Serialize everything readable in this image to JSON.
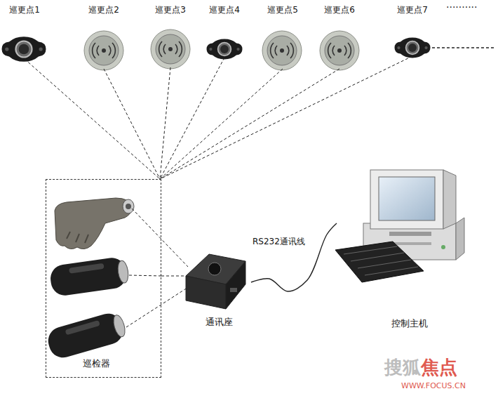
{
  "diagram": {
    "nodes": [
      {
        "text": [
          "巡更点1"
        ]
      },
      {
        "text": [
          "巡更点2"
        ]
      },
      {
        "text": [
          "巡更点3"
        ]
      },
      {
        "text": [
          "巡更点4"
        ]
      },
      {
        "text": [
          "巡更点5"
        ]
      },
      {
        "text": [
          "巡更点6"
        ]
      },
      {
        "text": [
          "巡更点7"
        ]
      },
      {
        "text": [
          "巡检器"
        ]
      },
      {
        "text": [
          "通讯座"
        ]
      },
      {
        "text": [
          "控制主机"
        ]
      }
    ],
    "edges": [
      {
        "from": 0,
        "to": 7,
        "arrow": "none"
      },
      {
        "from": 1,
        "to": 7,
        "arrow": "none"
      },
      {
        "from": 2,
        "to": 7,
        "arrow": "none"
      },
      {
        "from": 3,
        "to": 7,
        "arrow": "none"
      },
      {
        "from": 4,
        "to": 7,
        "arrow": "none"
      },
      {
        "from": 5,
        "to": 7,
        "arrow": "none"
      },
      {
        "from": 6,
        "to": 7,
        "arrow": "none"
      },
      {
        "from": 7,
        "to": 8,
        "arrow": "none"
      },
      {
        "from": 8,
        "to": 9,
        "label": "RS232通讯线",
        "arrow": "none"
      }
    ],
    "labels": [
      "··········",
      "搜狐",
      "焦点",
      "WWW.FOCUS.CN"
    ]
  }
}
